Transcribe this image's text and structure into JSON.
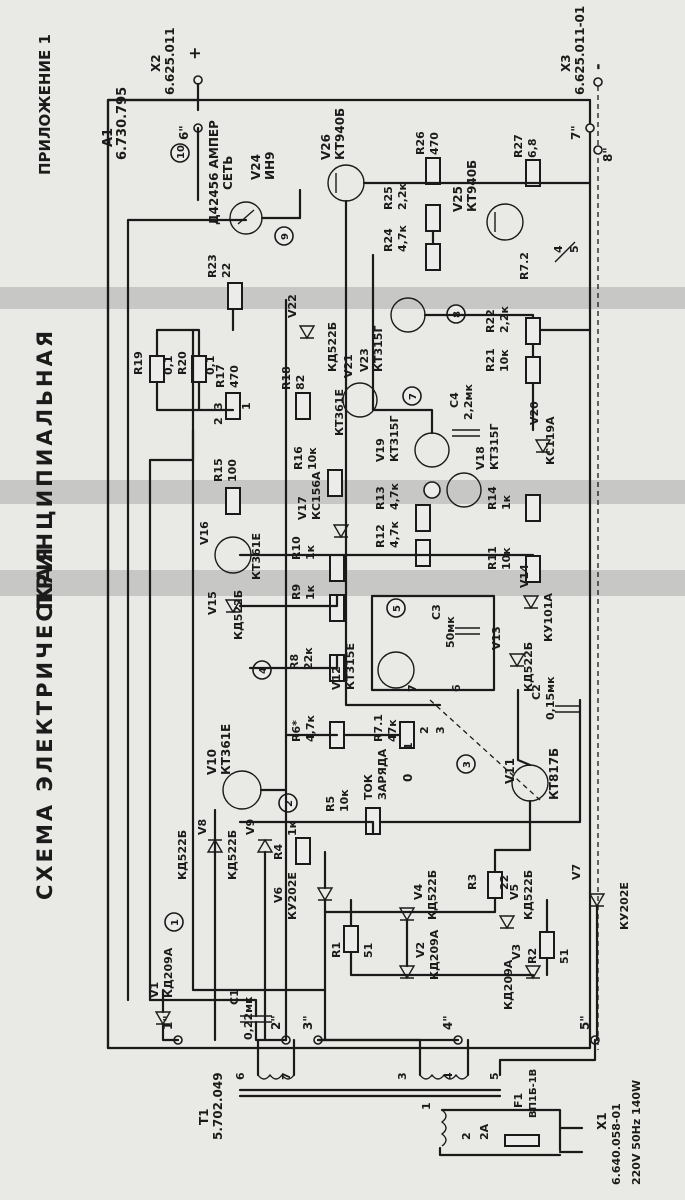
{
  "sheet": {
    "title_1": "СХЕМА  ЭЛЕКТРИЧЕСКАЯ",
    "title_2": "ПРИНЦИПИАЛЬНАЯ",
    "appendix": "ПРИЛОЖЕНИЕ 1",
    "board_ref": "A1",
    "board_code": "6.730.795"
  },
  "connectors": {
    "x2_ref": "X2",
    "x2_code": "6.625.011",
    "x2_pin": "+",
    "x3_ref": "X3",
    "x3_code": "6.625.011-01",
    "x3_pin": "-",
    "x1_ref": "X1",
    "x1_code": "6.640.058-01",
    "mains": "220V 50Hz 140W"
  },
  "transformer": {
    "ref": "T1",
    "code": "5.702.049"
  },
  "fuse": {
    "ref": "F1",
    "type": "ВП1Б-1В",
    "rating": "2А"
  },
  "pins": {
    "p1": "1",
    "p2": "2",
    "p3": "3",
    "p4": "4",
    "p5": "5",
    "p6": "6",
    "p7": "7",
    "p8": "8",
    "t1": "1\"",
    "t2": "2\"",
    "t3": "3\"",
    "t4": "4\"",
    "t5": "5\"",
    "t6": "6\"",
    "t7": "7\"",
    "t8": "8\""
  },
  "meters": {
    "ammeter_ref": "Д42456 АМПЕР",
    "ammeter_label": "СЕТЬ",
    "lamp_ref": "V24",
    "lamp_type": "ИН9",
    "charge_label_1": "ТОК",
    "charge_label_2": "ЗАРЯДА",
    "zero": "0"
  },
  "markers": [
    "1",
    "2",
    "3",
    "4",
    "5",
    "6",
    "7",
    "8",
    "9",
    "10"
  ],
  "parts": {
    "V1": "V1",
    "V1_type": "КД209А",
    "V2": "V2",
    "V2_type": "КД209А",
    "V3": "V3",
    "V3_type": "КД209А",
    "V4": "V4",
    "V4_type": "КД522Б",
    "V5": "V5",
    "V5_type": "КД522Б",
    "V6": "V6",
    "V6_type": "КУ202Е",
    "V7": "V7",
    "V7_type": "КУ202Е",
    "V8": "V8",
    "V8_type": "КД522Б",
    "V9": "V9",
    "V9_type": "КД522Б",
    "V10": "V10",
    "V10_type": "КТ361Е",
    "V11": "V11",
    "V11_type": "КТ817Б",
    "V12": "V12",
    "V12_type": "КТ315Е",
    "V13": "V13",
    "V13_type": "КД522Б",
    "V14": "V14",
    "V14_type": "КУ101А",
    "V15": "V15",
    "V15_type": "КД522Б",
    "V16": "V16",
    "V16_type": "КТ361Е",
    "V17": "V17",
    "V17_type": "КС156А",
    "V18": "V18",
    "V18_type": "КТ315Г",
    "V19": "V19",
    "V19_type": "КТ315Г",
    "V20": "V20",
    "V20_type": "КС119А",
    "V21": "V21",
    "V21_type": "КТ361Е",
    "V22": "V22",
    "V22_type": "КД522Б",
    "V23": "V23",
    "V23_type": "КТ315Г",
    "V25": "V25",
    "V25_type": "КТ940Б",
    "V26": "V26",
    "V26_type": "КТ940Б",
    "C1": "C1",
    "C1_val": "0,22мк",
    "C2": "C2",
    "C2_val": "0,15мк",
    "C3": "C3",
    "C3_val": "50мк",
    "C4": "C4",
    "C4_val": "2,2мк",
    "R1": "R1",
    "R1_val": "51",
    "R2": "R2",
    "R2_val": "51",
    "R3": "R3",
    "R3_val": "22",
    "R4": "R4",
    "R4_val": "1к",
    "R5": "R5",
    "R5_val": "10к",
    "R6": "R6*",
    "R6_val": "4,7к",
    "R71": "R7.1",
    "R71_val": "47к",
    "R72": "R7.2",
    "R8": "R8",
    "R8_val": "22к",
    "R9": "R9",
    "R9_val": "1к",
    "R10": "R10",
    "R10_val": "1к",
    "R11": "R11",
    "R11_val": "10к",
    "R12": "R12",
    "R12_val": "4,7к",
    "R13": "R13",
    "R13_val": "4,7к",
    "R14": "R14",
    "R14_val": "1к",
    "R15": "R15",
    "R15_val": "100",
    "R16": "R16",
    "R16_val": "10к",
    "R17": "R17",
    "R17_val": "470",
    "R18": "R18",
    "R18_val": "82",
    "R19": "R19",
    "R19_val": "0,1",
    "R20": "R20",
    "R20_val": "0,1",
    "R21": "R21",
    "R21_val": "10к",
    "R22": "R22",
    "R22_val": "2,2к",
    "R23": "R23",
    "R23_val": "22",
    "R24": "R24",
    "R24_val": "4,7к",
    "R25": "R25",
    "R25_val": "2,2к",
    "R26": "R26",
    "R26_val": "470",
    "R27": "R27",
    "R27_val": "6,8"
  }
}
